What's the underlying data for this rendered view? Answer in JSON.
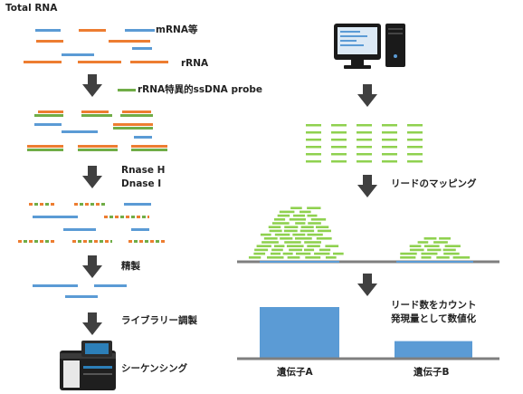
{
  "labels": {
    "total_rna": "Total RNA",
    "mrna": "mRNA等",
    "rrna": "rRNA",
    "probe": "rRNA特異的ssDNA probe",
    "rnase": "Rnase H",
    "dnase": "Dnase Ⅰ",
    "purify": "精製",
    "library": "ライブラリー調製",
    "sequencing": "シーケンシング",
    "mapping": "リードのマッピング",
    "count_line1": "リード数をカウント",
    "count_line2": "発現量として数値化",
    "gene_a": "遺伝子A",
    "gene_b": "遺伝子B"
  },
  "colors": {
    "mrna": "#5b9bd5",
    "rrna": "#ed7d31",
    "probe": "#70ad47",
    "arrow": "#404040",
    "read": "#8fd14f",
    "axis": "#7f7f7f",
    "bar": "#5b9bd5"
  },
  "chart_data": {
    "type": "bar",
    "categories": [
      "遺伝子A",
      "遺伝子B"
    ],
    "values": [
      100,
      34
    ]
  }
}
